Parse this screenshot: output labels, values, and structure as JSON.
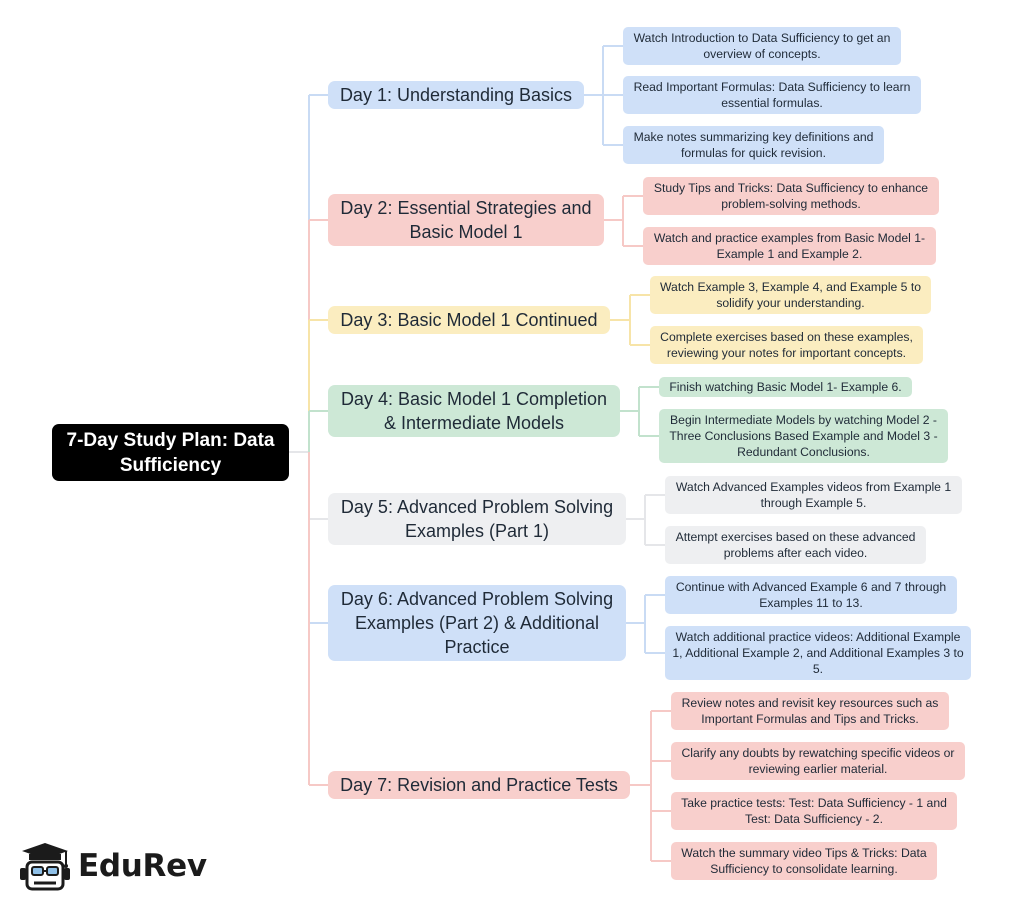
{
  "root": {
    "label": "7-Day Study Plan: Data Sufficiency"
  },
  "colors": {
    "blue": "#cfe0f8",
    "red": "#f8cfcc",
    "yellow": "#fbedc0",
    "green": "#cde8d6",
    "gray": "#eeeff1",
    "line_blue": "#c9dbf4",
    "line_red": "#f6c9c6",
    "line_yellow": "#f7e4a8",
    "line_green": "#c2e2cd",
    "line_gray": "#e5e6e9"
  },
  "days": [
    {
      "label": "Day 1: Understanding Basics",
      "color": "blue",
      "tasks": [
        "Watch Introduction to Data Sufficiency to get an overview of concepts.",
        "Read Important Formulas: Data Sufficiency to learn essential formulas.",
        "Make notes summarizing key definitions and formulas for quick revision."
      ]
    },
    {
      "label": "Day 2: Essential Strategies and Basic Model 1",
      "color": "red",
      "tasks": [
        "Study Tips and Tricks: Data Sufficiency to enhance problem-solving methods.",
        "Watch and practice examples from Basic Model 1- Example 1 and Example 2."
      ]
    },
    {
      "label": "Day 3: Basic Model 1 Continued",
      "color": "yellow",
      "tasks": [
        "Watch Example 3, Example 4, and Example 5 to solidify your understanding.",
        "Complete exercises based on these examples, reviewing your notes for important concepts."
      ]
    },
    {
      "label": "Day 4: Basic Model 1 Completion & Intermediate Models",
      "color": "green",
      "tasks": [
        "Finish watching Basic Model 1- Example 6.",
        "Begin Intermediate Models by watching Model 2 - Three Conclusions Based Example and Model 3 - Redundant Conclusions."
      ]
    },
    {
      "label": "Day 5: Advanced Problem Solving Examples (Part 1)",
      "color": "gray",
      "tasks": [
        "Watch Advanced Examples videos from Example 1 through Example 5.",
        "Attempt exercises based on these advanced problems after each video."
      ]
    },
    {
      "label": "Day 6: Advanced Problem Solving Examples (Part 2) & Additional Practice",
      "color": "blue",
      "tasks": [
        "Continue with Advanced Example 6 and 7 through Examples 11 to 13.",
        "Watch additional practice videos: Additional Example 1, Additional Example 2, and Additional Examples 3 to 5."
      ]
    },
    {
      "label": "Day 7: Revision and Practice Tests",
      "color": "red",
      "tasks": [
        "Review notes and revisit key resources such as Important Formulas and Tips and Tricks.",
        "Clarify any doubts by rewatching specific videos or reviewing earlier material.",
        "Take practice tests: Test: Data Sufficiency - 1 and Test: Data Sufficiency - 2.",
        "Watch the summary video Tips & Tricks: Data Sufficiency to consolidate learning."
      ]
    }
  ],
  "brand": {
    "name": "EduRev",
    "icon": "graduation-cap-logo-icon"
  }
}
